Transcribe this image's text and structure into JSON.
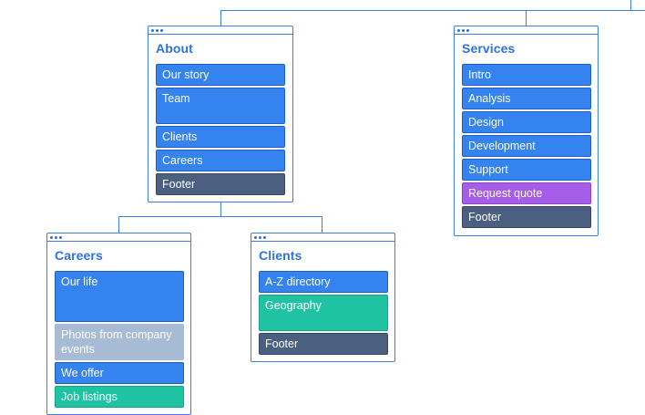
{
  "colors": {
    "connector": "#3b7de3",
    "title": "#2f72dc",
    "blue": "#3583ee",
    "dark": "#4b5f80",
    "teal": "#1fc3a4",
    "purple": "#a65de8",
    "grey": "#a8bbd4"
  },
  "cards": {
    "about": {
      "title": "About",
      "items": [
        {
          "label": "Our story",
          "color": "blue"
        },
        {
          "label": "Team",
          "color": "blue"
        },
        {
          "label": "Clients",
          "color": "blue"
        },
        {
          "label": "Careers",
          "color": "blue"
        },
        {
          "label": "Footer",
          "color": "dark"
        }
      ]
    },
    "services": {
      "title": "Services",
      "items": [
        {
          "label": "Intro",
          "color": "blue"
        },
        {
          "label": "Analysis",
          "color": "blue"
        },
        {
          "label": "Design",
          "color": "blue"
        },
        {
          "label": "Development",
          "color": "blue"
        },
        {
          "label": "Support",
          "color": "blue"
        },
        {
          "label": "Request quote",
          "color": "purple"
        },
        {
          "label": "Footer",
          "color": "dark"
        }
      ]
    },
    "careers": {
      "title": "Careers",
      "items": [
        {
          "label": "Our life",
          "color": "blue"
        },
        {
          "label": "Photos from company events",
          "color": "grey"
        },
        {
          "label": "We offer",
          "color": "blue"
        },
        {
          "label": "Job listings",
          "color": "teal"
        }
      ]
    },
    "clients": {
      "title": "Clients",
      "items": [
        {
          "label": "A-Z directory",
          "color": "blue"
        },
        {
          "label": "Geography",
          "color": "teal"
        },
        {
          "label": "Footer",
          "color": "dark"
        }
      ]
    }
  }
}
